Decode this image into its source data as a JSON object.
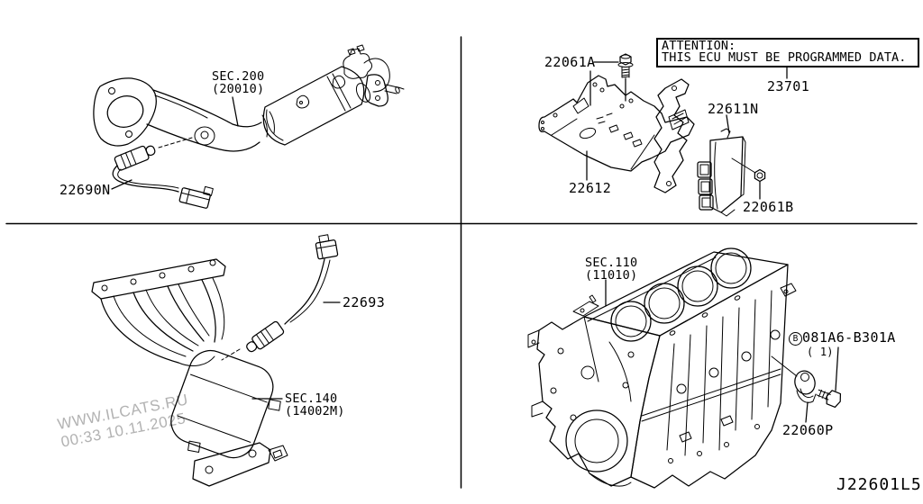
{
  "diagram_code": "J22601L5",
  "watermark": {
    "site": "WWW.ILCATS.RU",
    "timestamp": "00:33 10.11.2025"
  },
  "attention_box": {
    "line1": "ATTENTION:",
    "line2": "THIS ECU MUST BE PROGRAMMED DATA."
  },
  "callouts": {
    "sec200": {
      "ref": "SEC.200",
      "code": "(20010)"
    },
    "front_o2_sensor": "22690N",
    "ecu_bolt": "22061A",
    "ecu_assy": "23701",
    "ecu_unit": "22611N",
    "ecu_bracket": "22612",
    "ecu_nut": "22061B",
    "manifold_o2_sensor": "22693",
    "sec140": {
      "ref": "SEC.140",
      "code": "(14002M)"
    },
    "sec110": {
      "ref": "SEC.110",
      "code": "(11010)"
    },
    "knock_bolt": {
      "prefix": "B",
      "number": "081A6-B301A",
      "qty": "( 1)"
    },
    "knock_sensor": "22060P"
  }
}
